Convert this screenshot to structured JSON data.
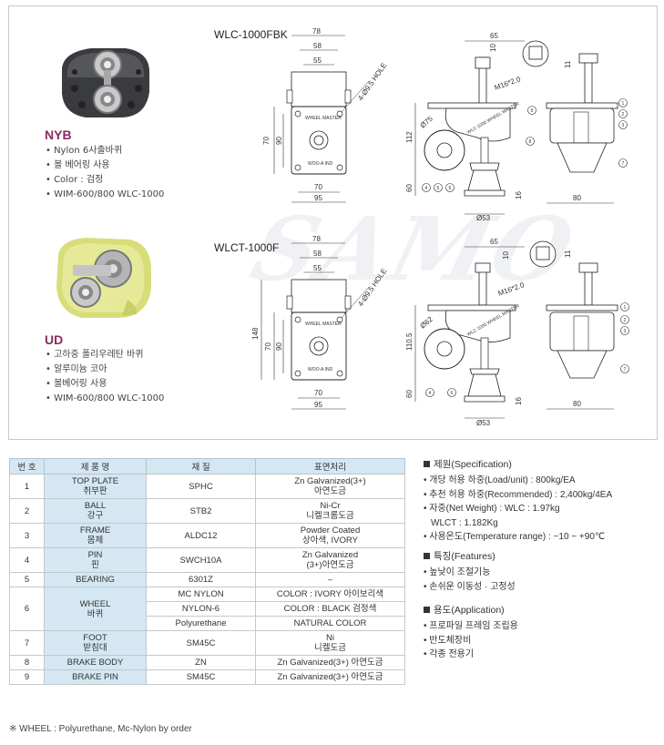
{
  "watermark": "SAMO",
  "products": [
    {
      "title": "NYB",
      "bullets": [
        "Nylon 6사출바퀴",
        "볼 베어링 사용",
        "Color : 검정",
        "WIM-600/800 WLC-1000"
      ]
    },
    {
      "title": "UD",
      "bullets": [
        "고하중 폴리우레탄 바퀴",
        "알루미늄 코아",
        "볼베어링 사용",
        "WIM-600/800 WLC-1000"
      ]
    }
  ],
  "drawings": [
    {
      "model": "WLC-1000FBK",
      "plan_dims": [
        "78",
        "58",
        "55",
        "4-Ø9.5 HOLE",
        "70",
        "90",
        "70",
        "95"
      ],
      "plate_text": [
        "WHEEL MASTER",
        "WOO-A IND"
      ],
      "side_dims": [
        "65",
        "10",
        "11",
        "M16*2.0",
        "112",
        "Ø75",
        "60",
        "Ø53",
        "16",
        "80"
      ],
      "body_text": "WLC-1000 WHEEL MASTER",
      "callouts": [
        "1",
        "2",
        "3",
        "4",
        "5",
        "6",
        "7",
        "8",
        "9"
      ]
    },
    {
      "model": "WLCT-1000F",
      "plan_dims": [
        "78",
        "58",
        "55",
        "4-Ø9.5 HOLE",
        "148",
        "70",
        "90",
        "70",
        "95"
      ],
      "plate_text": [
        "WHEEL MASTER",
        "WOO-A IND"
      ],
      "side_dims": [
        "65",
        "10",
        "11",
        "M16*2.0",
        "110.5",
        "Ø62",
        "60",
        "Ø53",
        "16",
        "80"
      ],
      "body_text": "WLC-1000 WHEEL MASTER",
      "callouts": [
        "1",
        "2",
        "3",
        "4",
        "6",
        "7"
      ]
    }
  ],
  "table": {
    "headers": [
      "번 호",
      "제 품 명",
      "재 질",
      "표면처리"
    ],
    "rows": [
      {
        "no": "1",
        "name": [
          "TOP PLATE",
          "취부판"
        ],
        "mat": [
          "SPHC"
        ],
        "finish": [
          [
            "Zn Galvanized(3+)",
            "아연도금"
          ]
        ]
      },
      {
        "no": "2",
        "name": [
          "BALL",
          "강구"
        ],
        "mat": [
          "STB2"
        ],
        "finish": [
          [
            "Ni-Cr",
            "니켈크롬도금"
          ]
        ]
      },
      {
        "no": "3",
        "name": [
          "FRAME",
          "몸체"
        ],
        "mat": [
          "ALDC12"
        ],
        "finish": [
          [
            "Powder Coated",
            "상아색, IVORY"
          ]
        ]
      },
      {
        "no": "4",
        "name": [
          "PIN",
          "핀"
        ],
        "mat": [
          "SWCH10A"
        ],
        "finish": [
          [
            "Zn Galvanized",
            "(3+)아연도금"
          ]
        ]
      },
      {
        "no": "5",
        "name": [
          "BEARING"
        ],
        "mat": [
          "6301Z"
        ],
        "finish": [
          [
            "–"
          ]
        ]
      },
      {
        "no": "6",
        "name": [
          "WHEEL",
          "바퀴"
        ],
        "mat": [
          "MC NYLON",
          "NYLON-6",
          "Polyurethane"
        ],
        "finish": [
          [
            "COLOR : IVORY 아이보리색"
          ],
          [
            "COLOR : BLACK 검정색"
          ],
          [
            "NATURAL COLOR"
          ]
        ]
      },
      {
        "no": "7",
        "name": [
          "FOOT",
          "받침대"
        ],
        "mat": [
          "SM45C"
        ],
        "finish": [
          [
            "Ni",
            "니켈도금"
          ]
        ]
      },
      {
        "no": "8",
        "name": [
          "BRAKE BODY"
        ],
        "mat": [
          "ZN"
        ],
        "finish": [
          [
            "Zn Galvanized(3+) 아연도금"
          ]
        ]
      },
      {
        "no": "9",
        "name": [
          "BRAKE PIN"
        ],
        "mat": [
          "SM45C"
        ],
        "finish": [
          [
            "Zn Galvanized(3+) 아연도금"
          ]
        ]
      }
    ]
  },
  "footnote": "※ WHEEL : Polyurethane, Mc-Nylon by order",
  "spec": {
    "title": "제원(Specification)",
    "items": [
      "개당 허용 하중(Load/unit) : 800kg/EA",
      "추천 허용 하중(Recommended) : 2,400kg/4EA",
      "자중(Net Weight) : WLC : 1.97kg"
    ],
    "indent_item": "WLCT : 1.182Kg",
    "last_item": "사용온도(Temperature range) : −10 ~ +90℃"
  },
  "features": {
    "title": "특징(Features)",
    "items": [
      "높낮이 조절기능",
      "손쉬운 이동성 · 고정성"
    ]
  },
  "application": {
    "title": "용도(Application)",
    "items": [
      "프로파일 프레임 조립용",
      "반도체장비",
      "각종 전용기"
    ]
  },
  "colors": {
    "header_bg": "#d4e7f2",
    "title_accent": "#8a2b63"
  }
}
